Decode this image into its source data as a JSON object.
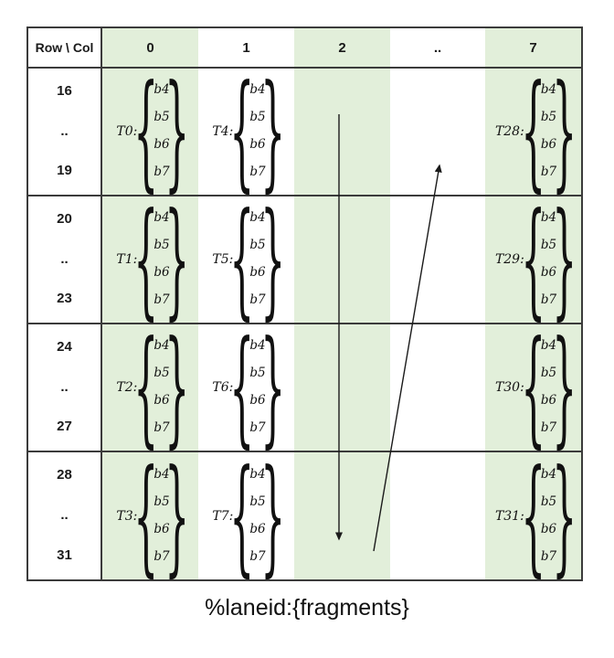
{
  "table": {
    "header": {
      "corner": "Row \\ Col",
      "cols": [
        "0",
        "1",
        "2",
        "..",
        "7"
      ]
    },
    "brace_open": "{",
    "brace_close": "}",
    "fragments": [
      "b4",
      "b5",
      "b6",
      "b7"
    ],
    "rows": [
      {
        "range": {
          "start": "16",
          "mid": "..",
          "end": "19"
        },
        "cells": [
          {
            "thread": "T0:"
          },
          {
            "thread": "T4:"
          },
          {
            "thread": "T28:"
          }
        ]
      },
      {
        "range": {
          "start": "20",
          "mid": "..",
          "end": "23"
        },
        "cells": [
          {
            "thread": "T1:"
          },
          {
            "thread": "T5:"
          },
          {
            "thread": "T29:"
          }
        ]
      },
      {
        "range": {
          "start": "24",
          "mid": "..",
          "end": "27"
        },
        "cells": [
          {
            "thread": "T2:"
          },
          {
            "thread": "T6:"
          },
          {
            "thread": "T30:"
          }
        ]
      },
      {
        "range": {
          "start": "28",
          "mid": "..",
          "end": "31"
        },
        "cells": [
          {
            "thread": "T3:"
          },
          {
            "thread": "T7:"
          },
          {
            "thread": "T31:"
          }
        ]
      }
    ]
  },
  "caption": "%laneid:{fragments}",
  "colors": {
    "band_green": "#e2efda",
    "border": "#3b3b3b",
    "arrow": "#1a1a1a",
    "text": "#111111"
  }
}
